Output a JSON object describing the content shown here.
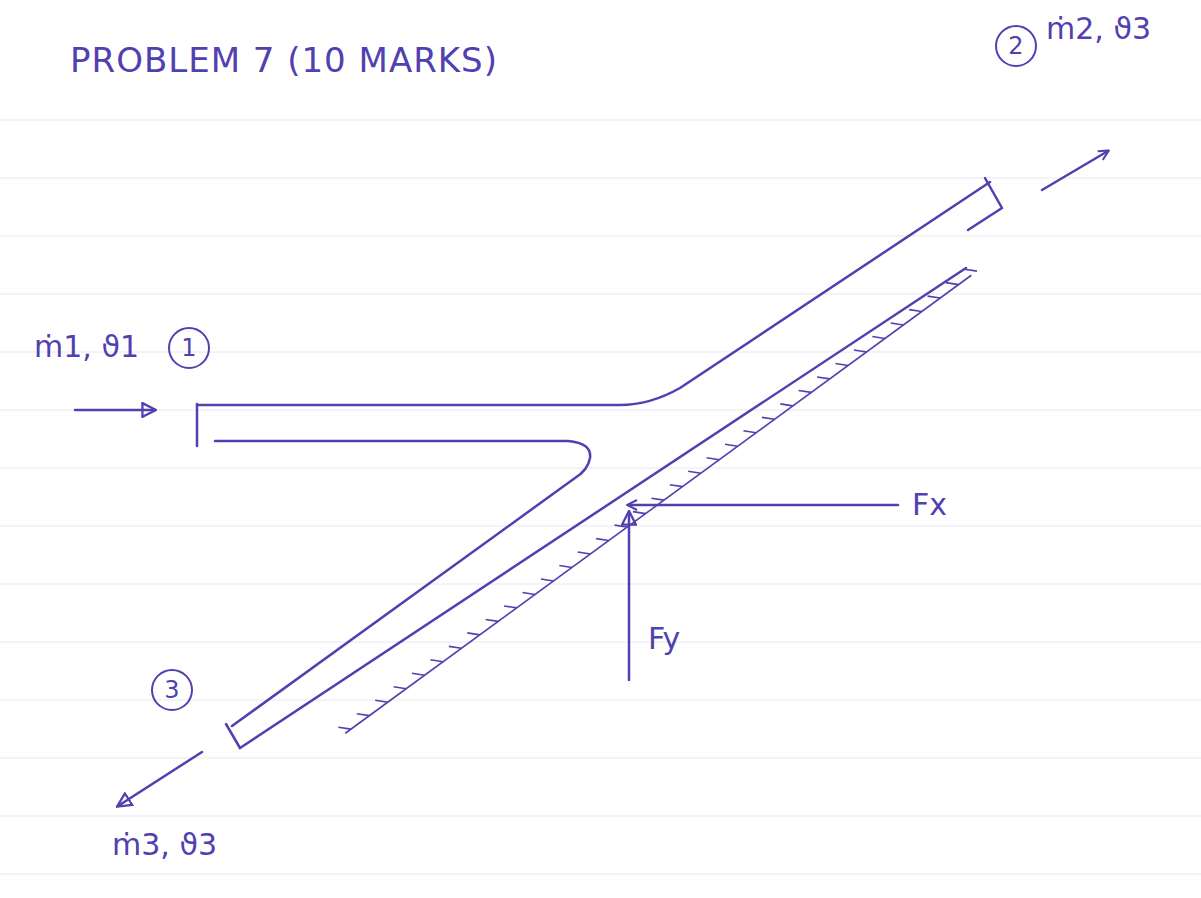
{
  "diagram": {
    "title": "PROBLEM 7 (10 MARKS)",
    "nodes": [
      {
        "text": [
          "2"
        ]
      },
      {
        "text": [
          "1"
        ]
      },
      {
        "text": [
          "3"
        ]
      }
    ],
    "labels": [
      "ṁ2, ϑ3",
      "ṁ1, ϑ1",
      "Fx",
      "Fy",
      "ṁ3, ϑ3"
    ]
  }
}
